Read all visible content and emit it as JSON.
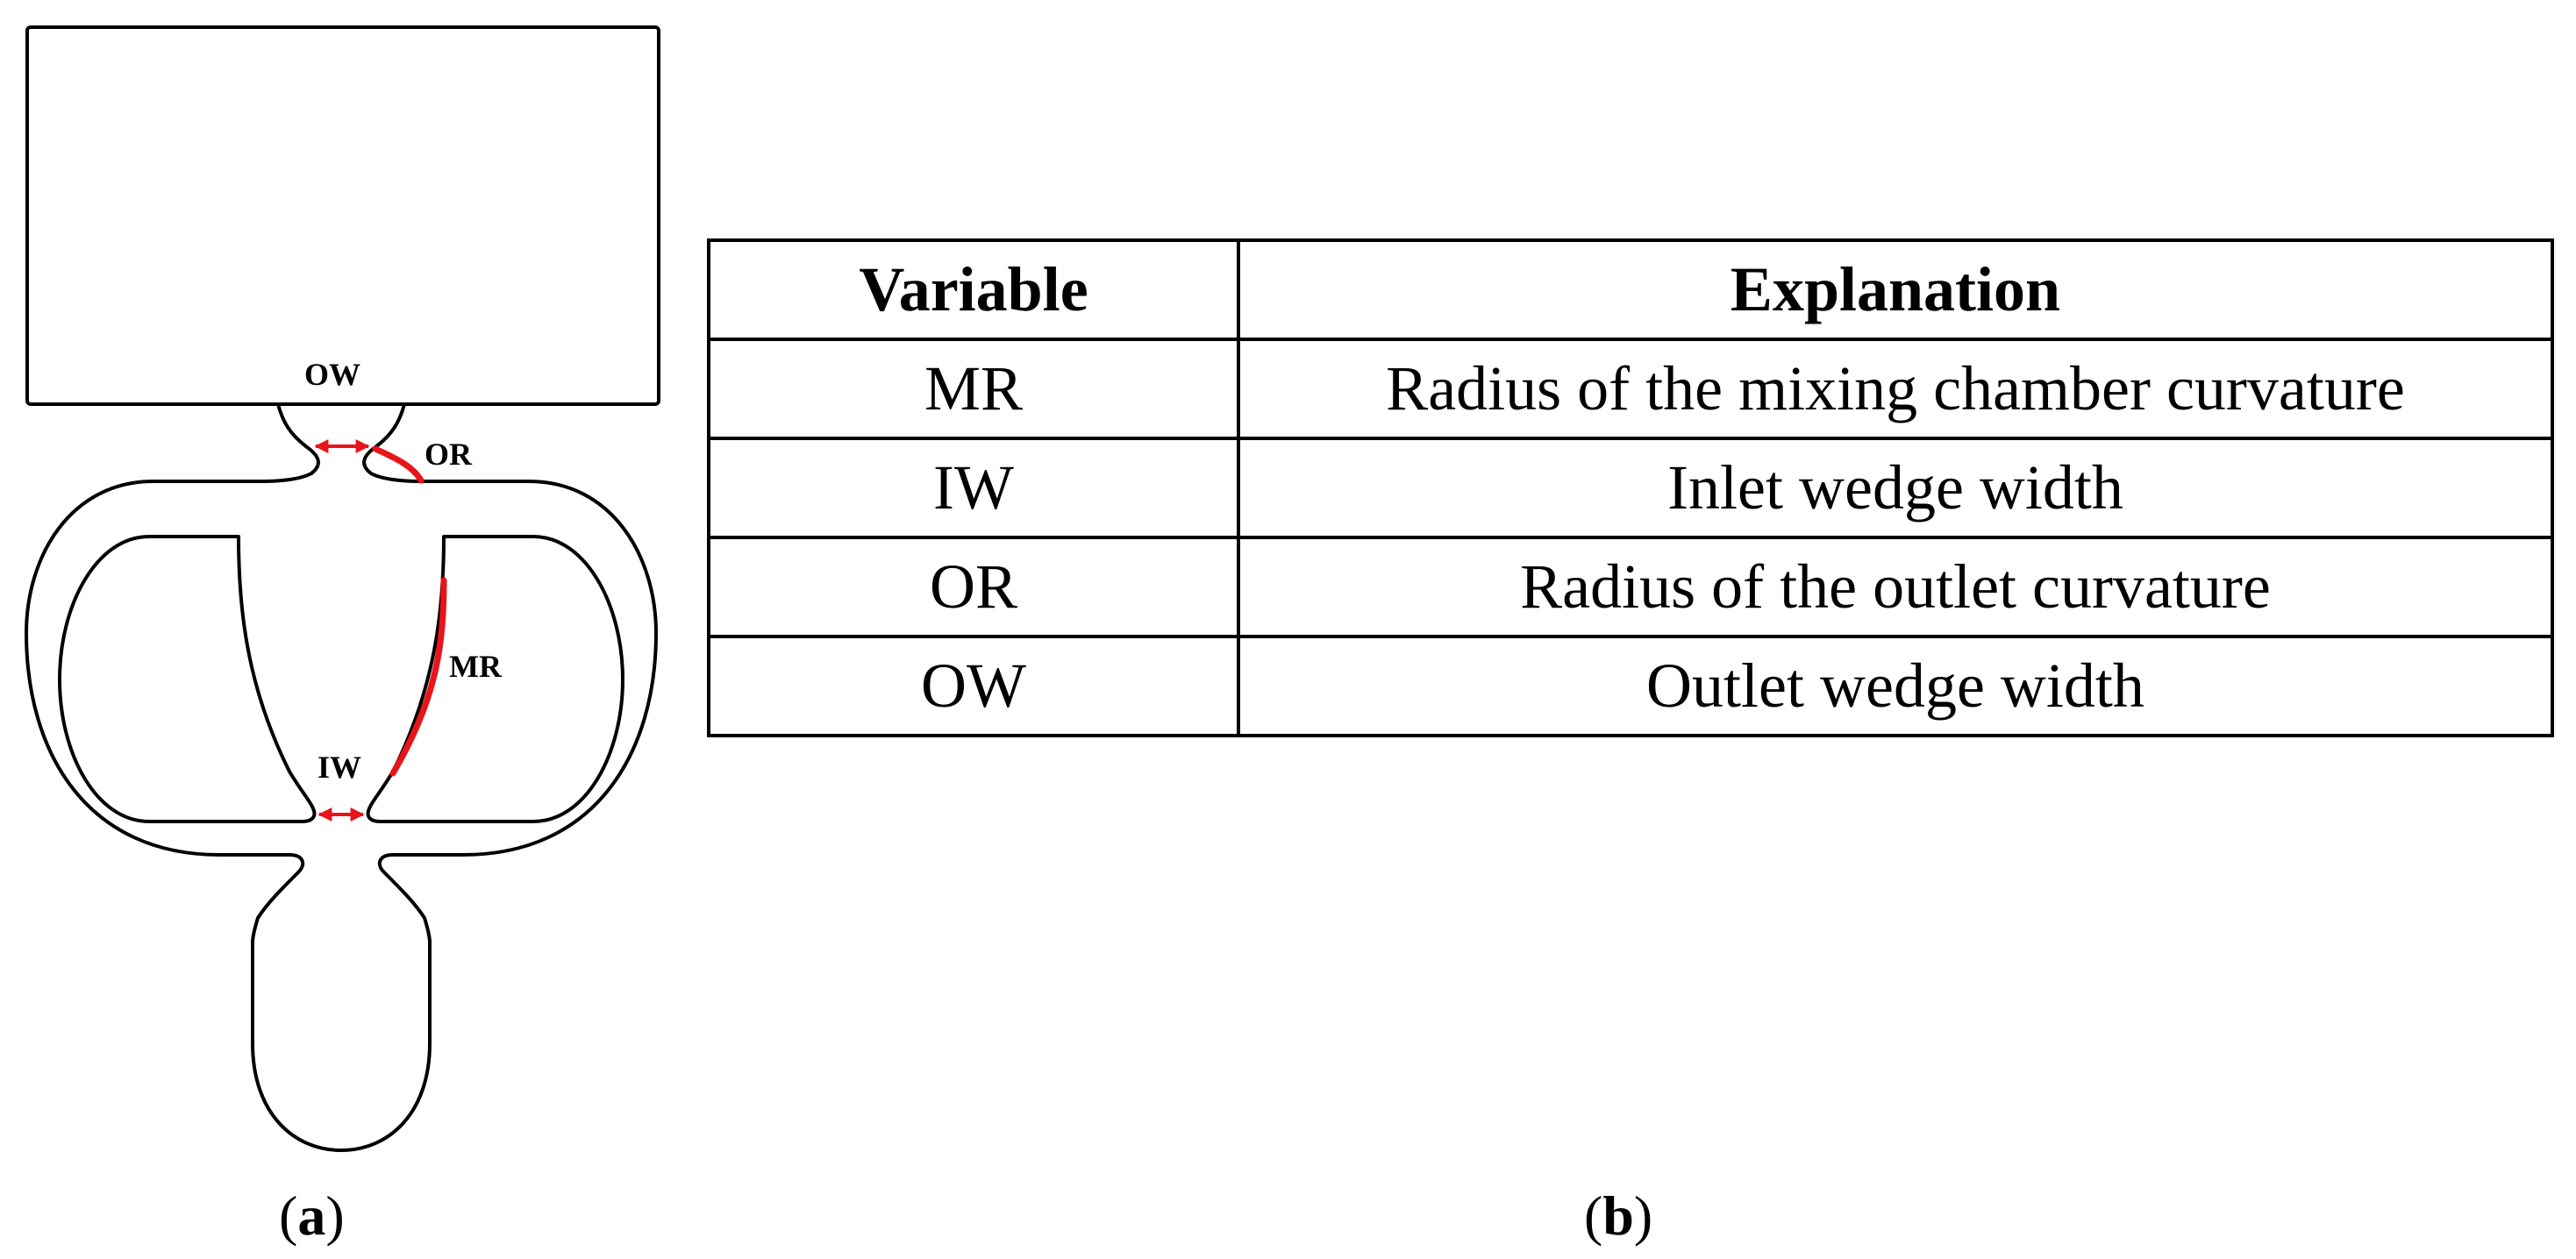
{
  "diagram": {
    "labels": {
      "ow": "OW",
      "or": "OR",
      "mr": "MR",
      "iw": "IW"
    },
    "colors": {
      "outline": "#000000",
      "highlight": "#e8141a"
    }
  },
  "captions": {
    "a": {
      "open": "(",
      "letter": "a",
      "close": ")"
    },
    "b": {
      "open": "(",
      "letter": "b",
      "close": ")"
    }
  },
  "table": {
    "headers": [
      "Variable",
      "Explanation"
    ],
    "rows": [
      [
        "MR",
        "Radius of the mixing chamber curvature"
      ],
      [
        "IW",
        "Inlet wedge width"
      ],
      [
        "OR",
        "Radius of the outlet curvature"
      ],
      [
        "OW",
        "Outlet wedge width"
      ]
    ]
  }
}
